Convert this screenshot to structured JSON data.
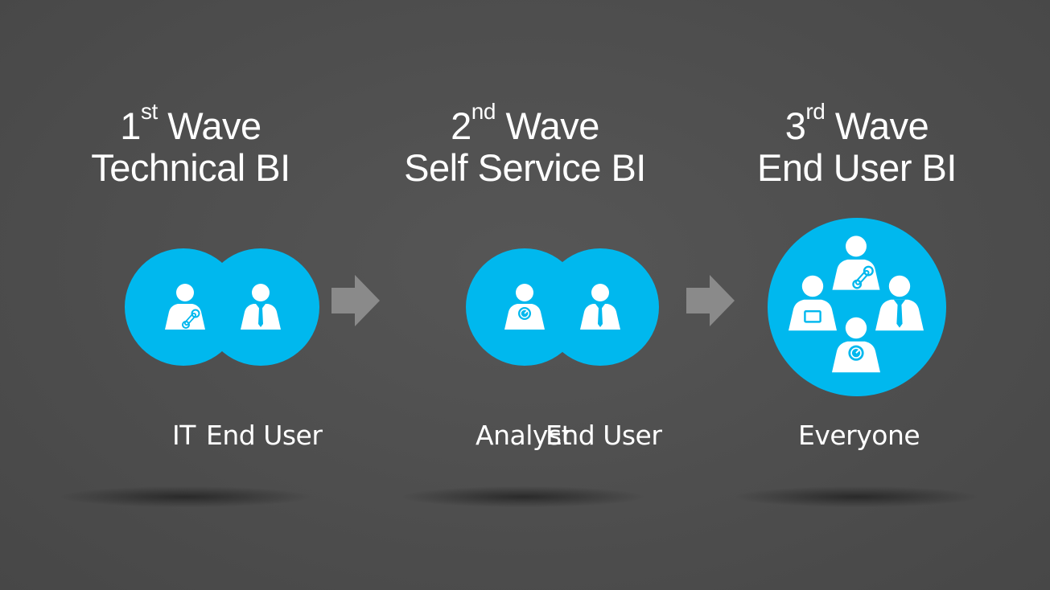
{
  "colors": {
    "background": "#505050",
    "circle": "#00b8ee",
    "arrow": "#8a8a8a",
    "text": "#ffffff"
  },
  "waves": [
    {
      "ordinal_number": "1",
      "ordinal_suffix": "st",
      "word": "Wave",
      "subtitle": "Technical BI",
      "roles": [
        "IT",
        "End User"
      ],
      "icons": [
        "technician-person-icon",
        "businessman-person-icon"
      ]
    },
    {
      "ordinal_number": "2",
      "ordinal_suffix": "nd",
      "word": "Wave",
      "subtitle": "Self Service BI",
      "roles": [
        "Analyst",
        "End User"
      ],
      "icons": [
        "analyst-person-icon",
        "businessman-person-icon"
      ]
    },
    {
      "ordinal_number": "3",
      "ordinal_suffix": "rd",
      "word": "Wave",
      "subtitle": "End User BI",
      "roles": [
        "Everyone"
      ],
      "icons": [
        "technician-person-icon",
        "tablet-person-icon",
        "businessman-person-icon",
        "analyst-person-icon"
      ]
    }
  ],
  "arrows": [
    "arrow-right-icon",
    "arrow-right-icon"
  ]
}
